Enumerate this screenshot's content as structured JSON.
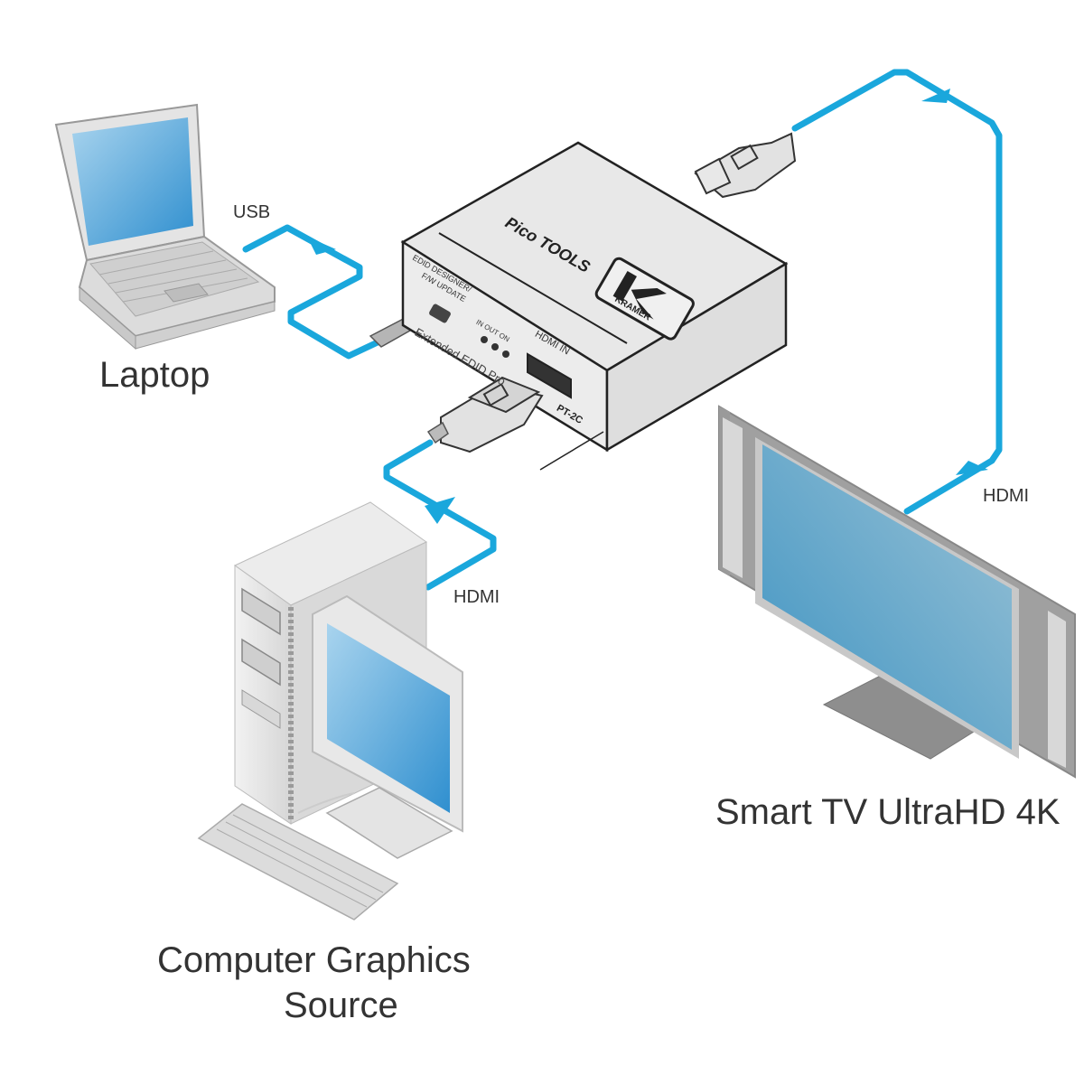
{
  "colors": {
    "cable": "#1aa7dc",
    "device_body": "#e6e6e6",
    "device_outline": "#222222",
    "screen": "#3f9bd3",
    "equipment_gray": "#d4d4d4",
    "tv_frame": "#a3a3a3",
    "label_text": "#333333"
  },
  "device": {
    "brand": "Pico TOOLS",
    "logo_text": "KRAMER",
    "model": "PT-2C",
    "port_usb_label_line1": "EDID DESIGNER/",
    "port_usb_label_line2": "F/W UPDATE",
    "leds_label": "IN  OUT ON",
    "hdmi_in_label": "HDMI IN",
    "front_caption": "Extended EDID Pro"
  },
  "nodes": {
    "laptop": {
      "label": "Laptop",
      "icon": "laptop-icon"
    },
    "source": {
      "label_line1": "Computer Graphics",
      "label_line2": "Source",
      "icon": "desktop-pc-icon"
    },
    "tv": {
      "label": "Smart TV UltraHD 4K",
      "icon": "tv-icon"
    }
  },
  "connections": [
    {
      "from": "laptop",
      "to": "device",
      "label": "USB"
    },
    {
      "from": "source",
      "to": "device",
      "label": "HDMI"
    },
    {
      "from": "device",
      "to": "tv",
      "label": "HDMI"
    }
  ]
}
